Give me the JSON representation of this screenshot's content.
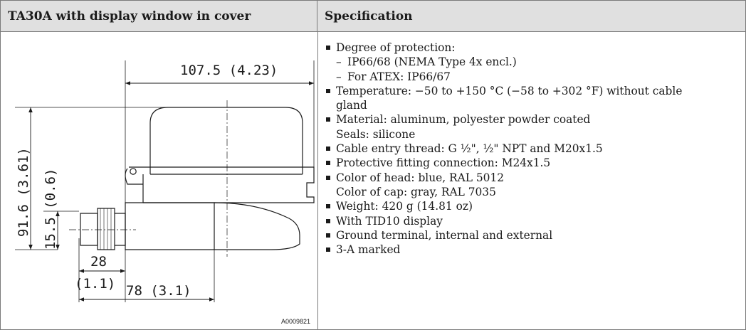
{
  "table": {
    "header_left": "TA30A with display window in cover",
    "header_right": "Specification"
  },
  "drawing": {
    "dim_width": "107.5 (4.23)",
    "dim_height": "91.6 (3.61)",
    "dim_offset": "15.5 (0.6)",
    "dim_28": "28",
    "dim_28_in": "(1.1)",
    "dim_78": "78 (3.1)",
    "image_id": "A0009821"
  },
  "spec": {
    "protection": "Degree of protection:",
    "protection_1": "IP66/68 (NEMA Type 4x encl.)",
    "protection_2": "For ATEX: IP66/67",
    "temp_1": "Temperature: −50 to +150 °C (−58 to +302 °F) without cable",
    "temp_2": "gland",
    "material": "Material: aluminum, polyester powder coated",
    "seals": "Seals: silicone",
    "cable": "Cable entry thread: G ½\", ½\" NPT and M20x1.5",
    "fitting": "Protective fitting connection: M24x1.5",
    "head_color": "Color of head: blue, RAL 5012",
    "cap_color": "Color of cap: gray, RAL 7035",
    "weight": "Weight: 420 g (14.81 oz)",
    "display": "With TID10 display",
    "ground": "Ground terminal, internal and external",
    "marked": "3-A marked"
  }
}
